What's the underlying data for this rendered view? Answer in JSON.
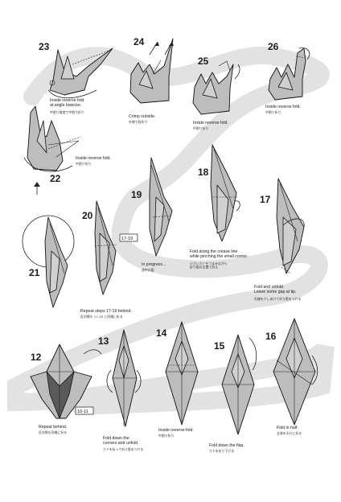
{
  "steps": [
    {
      "number": "23",
      "caption": "Inside reverse fold\nat angle bisector.",
      "caption_jp": "中割り角度で中割り折り"
    },
    {
      "number": "24",
      "caption": "Crimp outside.",
      "caption_jp": "外側で段折り"
    },
    {
      "number": "25",
      "caption": "Inside reverse fold.",
      "caption_jp": "中割り折り"
    },
    {
      "number": "26",
      "caption": "Inside reverse fold.",
      "caption_jp": "中割り折り"
    },
    {
      "number": "22",
      "caption": "Inside reverse fold.",
      "caption_jp": "中割り折り"
    },
    {
      "number": "19",
      "caption": "In progress...",
      "caption_jp": "途中の図"
    },
    {
      "number": "18",
      "caption": "Fold along the crease line\nwhile pinching the small corner.",
      "caption_jp": "小さいカドをつまみながら\n折り筋の位置で折る"
    },
    {
      "number": "17",
      "caption": "Fold and unfold.\nLeave some gap at tip.",
      "caption_jp": "先端を少しあけて折り筋をつける"
    },
    {
      "number": "20",
      "caption": "",
      "caption_jp": ""
    },
    {
      "number": "21",
      "caption": "Repeat steps 17-19 behind.",
      "caption_jp": "反対側も 17-19 と同様に折る"
    },
    {
      "number": "12",
      "caption": "Repeat behind.",
      "caption_jp": "反対側も同様に折る"
    },
    {
      "number": "13",
      "caption": "Fold down the\ncorners and unfold.",
      "caption_jp": "カドを折って折り筋をつける"
    },
    {
      "number": "14",
      "caption": "Inside reverse fold.",
      "caption_jp": "中割り折り"
    },
    {
      "number": "15",
      "caption": "Fold down the flap.",
      "caption_jp": "カドを折り下げる"
    },
    {
      "number": "16",
      "caption": "Fold in half.",
      "caption_jp": "全体を半分に折る"
    }
  ],
  "refs": {
    "r1719": "17-19",
    "r1011": "10-11"
  }
}
